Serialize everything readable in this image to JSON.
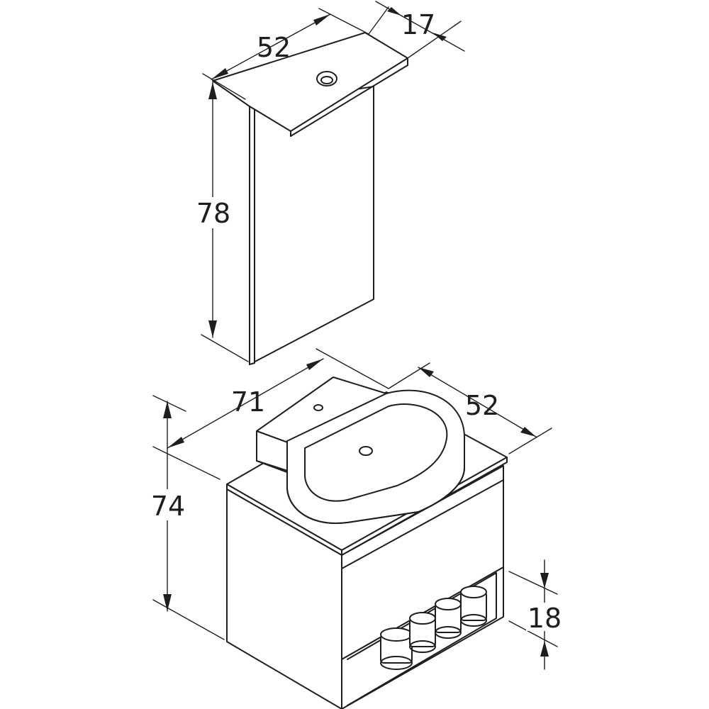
{
  "drawing": {
    "line_color": "#1e1e1e",
    "background": "#ffffff",
    "dimensions": {
      "column_width": "52",
      "column_depth": "17",
      "column_height": "78",
      "vanity_width": "71",
      "vanity_depth": "52",
      "vanity_height": "74",
      "shelf_height": "18"
    }
  }
}
